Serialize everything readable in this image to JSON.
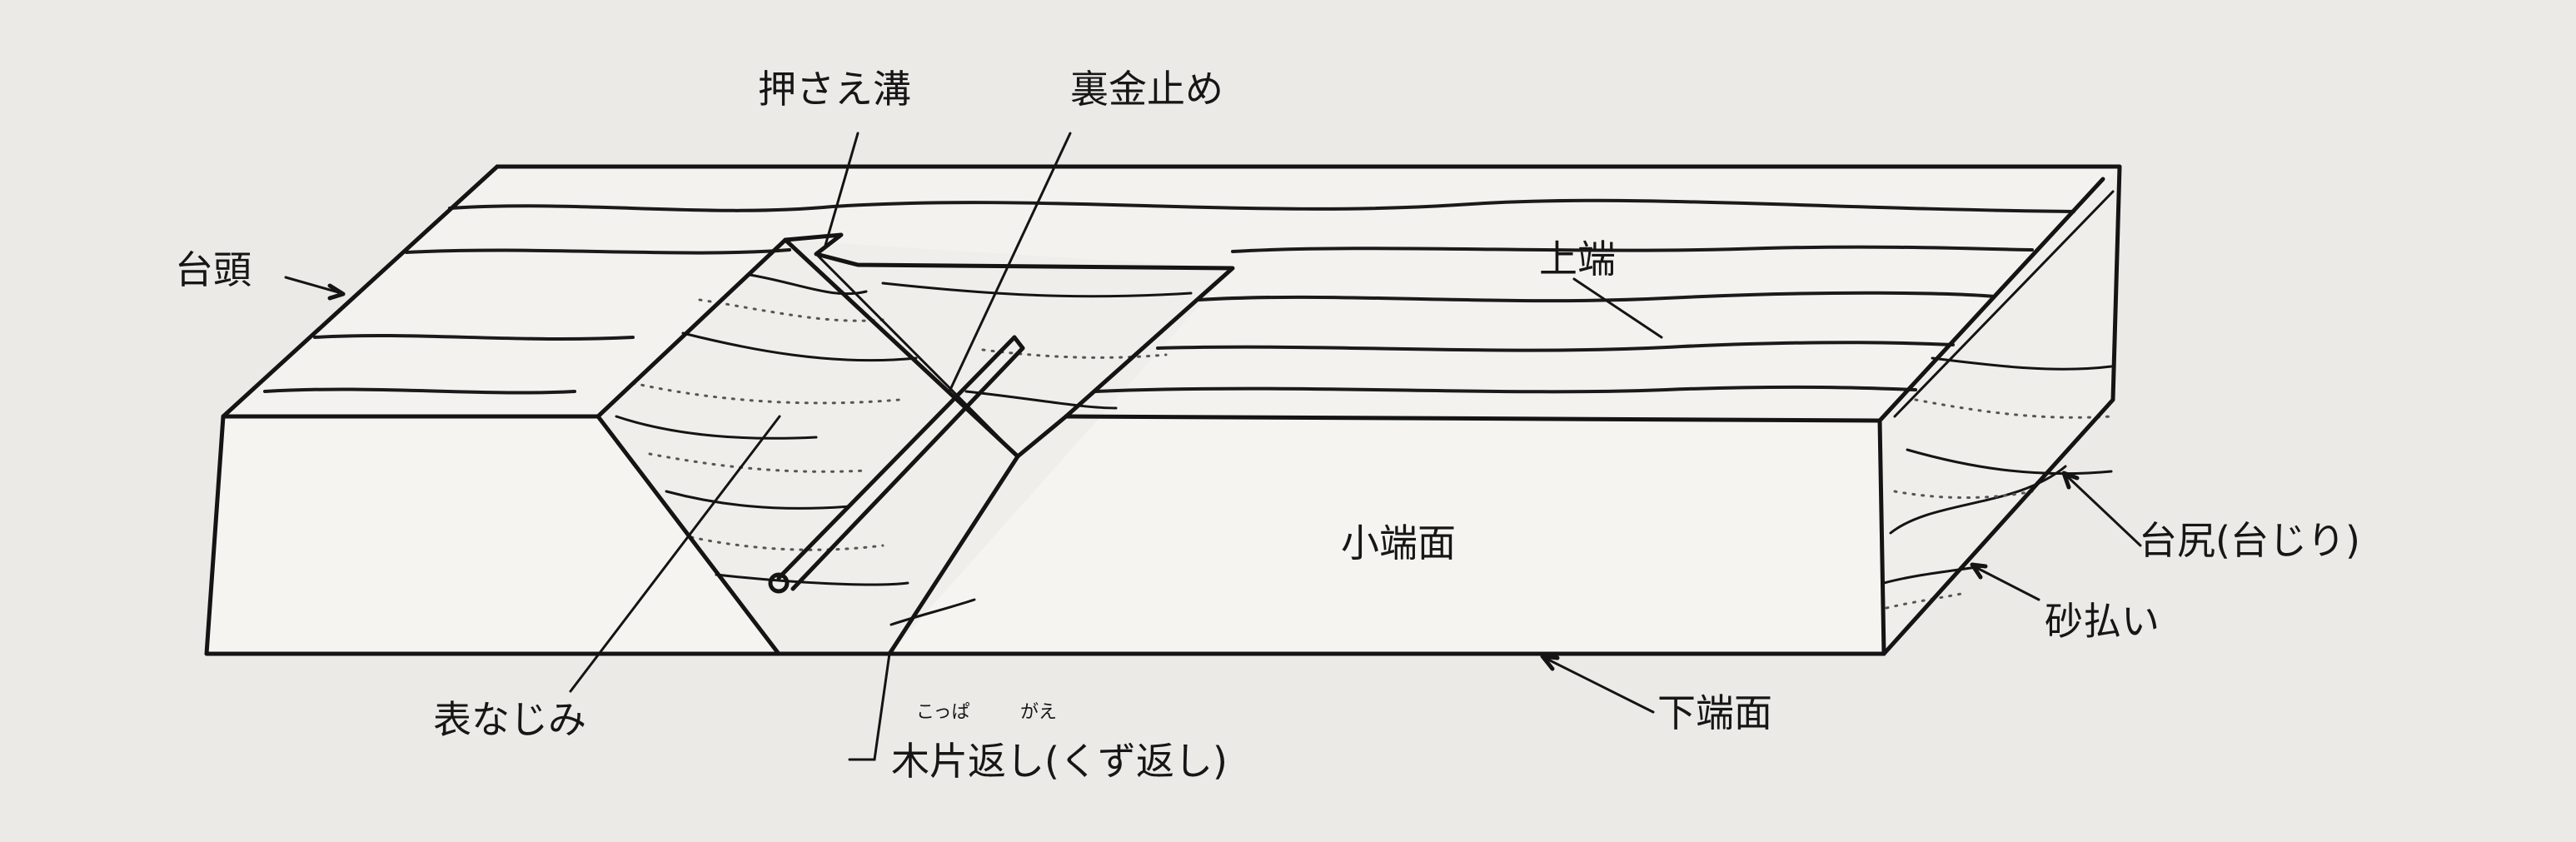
{
  "labels": {
    "dai_gashira": "台頭",
    "osae_mizo": "押さえ溝",
    "uragane_dome": "裏金止め",
    "uwaba": "上端",
    "kobaba_men": "小端面",
    "dai_jiri": "台尻(台じり)",
    "suna_barai": "砂払い",
    "shitaba_men": "下端面",
    "omote_najimi": "表なじみ",
    "koppa_gaeshi_furigana_1": "こっぱ",
    "koppa_gaeshi_furigana_2": "がえ",
    "koppa_gaeshi": "木片返し(くず返し)"
  }
}
